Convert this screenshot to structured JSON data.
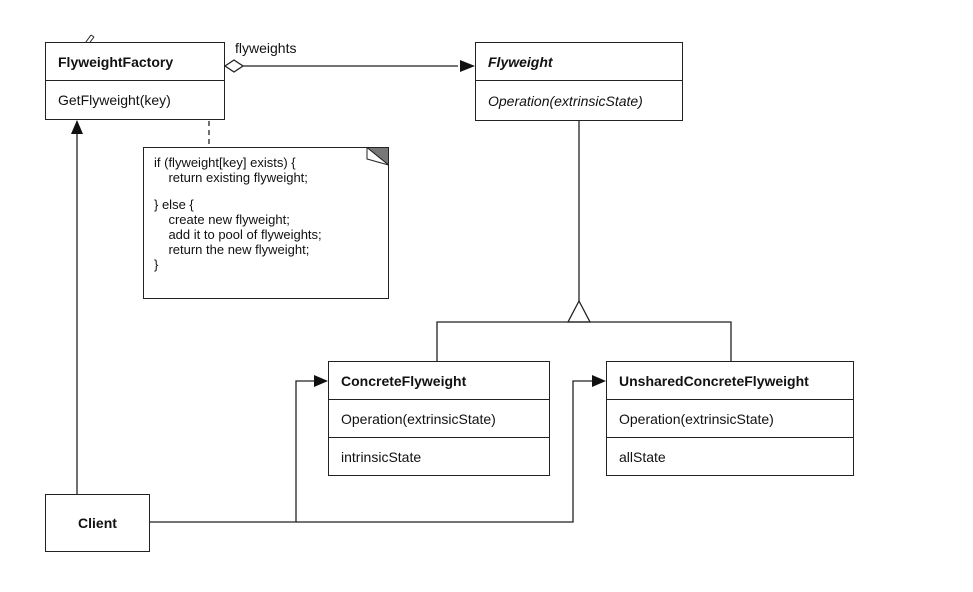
{
  "factory": {
    "name": "FlyweightFactory",
    "method": "GetFlyweight(key)"
  },
  "association_label": "flyweights",
  "flyweight": {
    "name": "Flyweight",
    "method": "Operation(extrinsicState)"
  },
  "note": {
    "lines": [
      "if (flyweight[key] exists) {",
      "    return existing flyweight;",
      "",
      "} else {",
      "    create new flyweight;",
      "    add it to pool of flyweights;",
      "    return the new flyweight;",
      "}"
    ]
  },
  "concrete": {
    "name": "ConcreteFlyweight",
    "method": "Operation(extrinsicState)",
    "attribute": "intrinsicState"
  },
  "unshared": {
    "name": "UnsharedConcreteFlyweight",
    "method": "Operation(extrinsicState)",
    "attribute": "allState"
  },
  "client": {
    "name": "Client"
  }
}
